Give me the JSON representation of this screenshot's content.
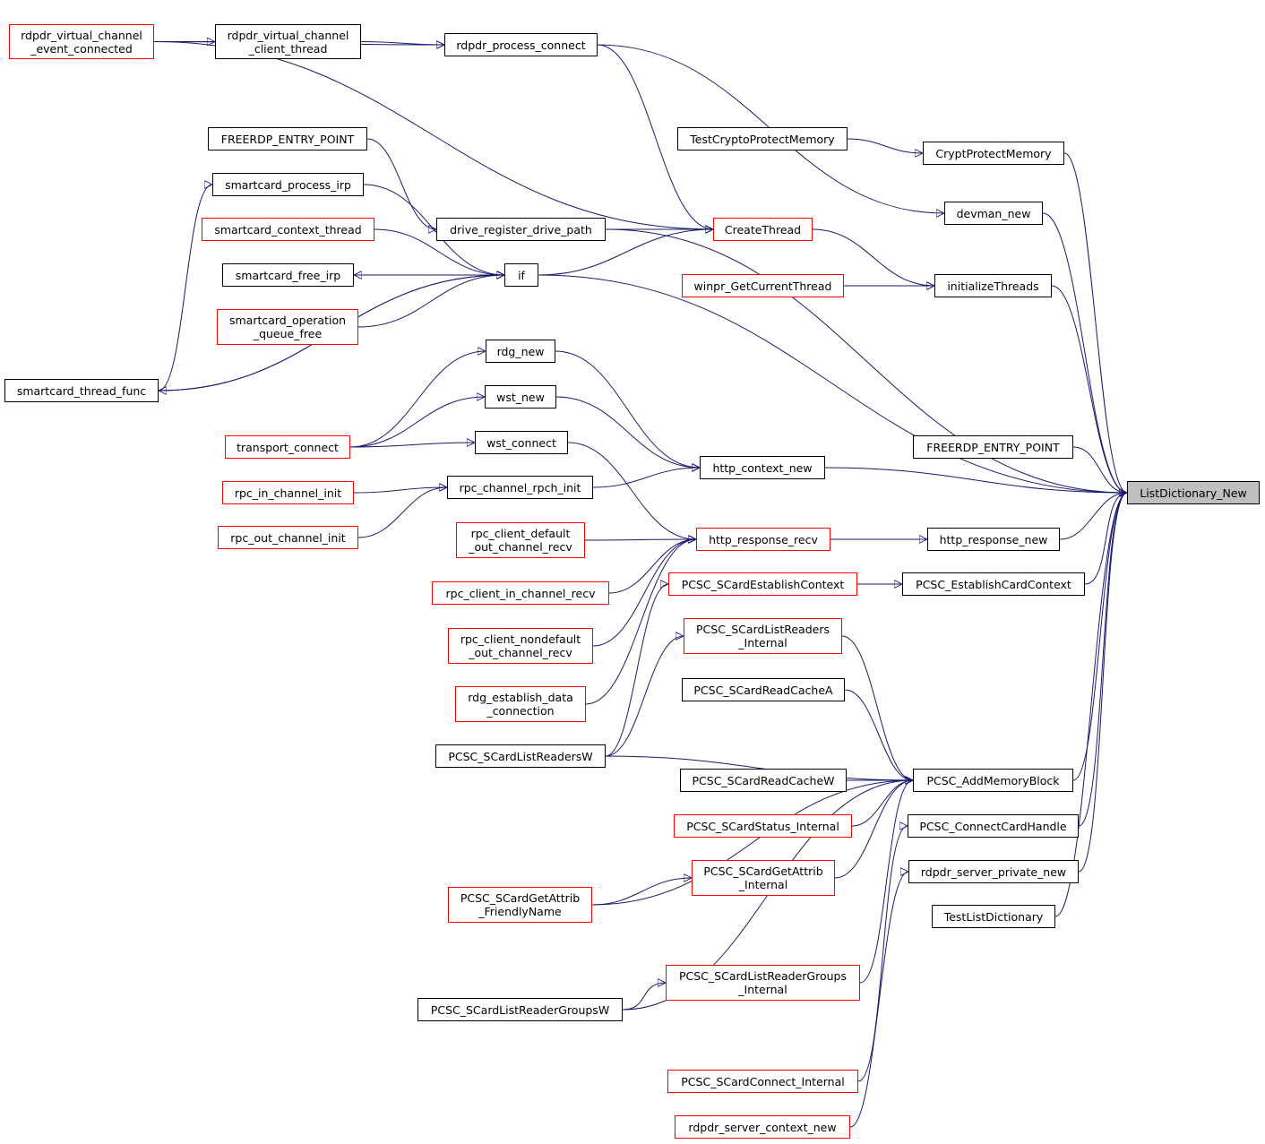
{
  "graph": {
    "title": "ListDictionary_New",
    "colors": {
      "edge": "#191970",
      "node_border": "#000000",
      "truncated_border": "#ff0000",
      "focus_fill": "#bfbfbf"
    },
    "nodes": {
      "n_rdpdr_vc_event_connected": {
        "label": "rdpdr_virtual_channel\n_event_connected",
        "truncated": true
      },
      "n_rdpdr_vc_client_thread": {
        "label": "rdpdr_virtual_channel\n_client_thread",
        "truncated": false
      },
      "n_rdpdr_process_connect": {
        "label": "rdpdr_process_connect",
        "truncated": false
      },
      "n_test_crypto_protect_memory": {
        "label": "TestCryptoProtectMemory",
        "truncated": false
      },
      "n_crypt_protect_memory": {
        "label": "CryptProtectMemory",
        "truncated": false
      },
      "n_freerdp_entry_point_1": {
        "label": "FREERDP_ENTRY_POINT",
        "truncated": false
      },
      "n_smartcard_process_irp": {
        "label": "smartcard_process_irp",
        "truncated": false
      },
      "n_devman_new": {
        "label": "devman_new",
        "truncated": false
      },
      "n_drive_register_drive_path": {
        "label": "drive_register_drive_path",
        "truncated": false
      },
      "n_create_thread": {
        "label": "CreateThread",
        "truncated": true
      },
      "n_smartcard_context_thread": {
        "label": "smartcard_context_thread",
        "truncated": true
      },
      "n_smartcard_free_irp": {
        "label": "smartcard_free_irp",
        "truncated": false
      },
      "n_if": {
        "label": "if",
        "truncated": false
      },
      "n_winpr_get_current_thread": {
        "label": "winpr_GetCurrentThread",
        "truncated": true
      },
      "n_initialize_threads": {
        "label": "initializeThreads",
        "truncated": false
      },
      "n_smartcard_operation_queue_free": {
        "label": "smartcard_operation\n_queue_free",
        "truncated": true
      },
      "n_rdg_new": {
        "label": "rdg_new",
        "truncated": false
      },
      "n_smartcard_thread_func": {
        "label": "smartcard_thread_func",
        "truncated": false
      },
      "n_wst_new": {
        "label": "wst_new",
        "truncated": false
      },
      "n_transport_connect": {
        "label": "transport_connect",
        "truncated": true
      },
      "n_wst_connect": {
        "label": "wst_connect",
        "truncated": false
      },
      "n_freerdp_entry_point_2": {
        "label": "FREERDP_ENTRY_POINT",
        "truncated": false
      },
      "n_http_context_new": {
        "label": "http_context_new",
        "truncated": false
      },
      "n_rpc_in_channel_init": {
        "label": "rpc_in_channel_init",
        "truncated": true
      },
      "n_rpc_channel_rpch_init": {
        "label": "rpc_channel_rpch_init",
        "truncated": false
      },
      "n_list_dictionary_new": {
        "label": "ListDictionary_New",
        "truncated": false,
        "focus": true
      },
      "n_rpc_out_channel_init": {
        "label": "rpc_out_channel_init",
        "truncated": true
      },
      "n_rpc_client_default_out_channel_recv": {
        "label": "rpc_client_default\n_out_channel_recv",
        "truncated": true
      },
      "n_http_response_recv": {
        "label": "http_response_recv",
        "truncated": true
      },
      "n_http_response_new": {
        "label": "http_response_new",
        "truncated": false
      },
      "n_pcsc_scard_establish_context": {
        "label": "PCSC_SCardEstablishContext",
        "truncated": true
      },
      "n_pcsc_establish_card_context": {
        "label": "PCSC_EstablishCardContext",
        "truncated": false
      },
      "n_rpc_client_in_channel_recv": {
        "label": "rpc_client_in_channel_recv",
        "truncated": true
      },
      "n_pcsc_scard_list_readers_internal": {
        "label": "PCSC_SCardListReaders\n_Internal",
        "truncated": true
      },
      "n_rpc_client_nondefault_out_channel_recv": {
        "label": "rpc_client_nondefault\n_out_channel_recv",
        "truncated": true
      },
      "n_pcsc_scard_read_cache_a": {
        "label": "PCSC_SCardReadCacheA",
        "truncated": false
      },
      "n_rdg_establish_data_connection": {
        "label": "rdg_establish_data\n_connection",
        "truncated": true
      },
      "n_pcsc_scard_list_readers_w": {
        "label": "PCSC_SCardListReadersW",
        "truncated": false
      },
      "n_pcsc_scard_read_cache_w": {
        "label": "PCSC_SCardReadCacheW",
        "truncated": false
      },
      "n_pcsc_add_memory_block": {
        "label": "PCSC_AddMemoryBlock",
        "truncated": false
      },
      "n_pcsc_scard_status_internal": {
        "label": "PCSC_SCardStatus_Internal",
        "truncated": true
      },
      "n_pcsc_connect_card_handle": {
        "label": "PCSC_ConnectCardHandle",
        "truncated": false
      },
      "n_pcsc_scard_get_attrib_internal": {
        "label": "PCSC_SCardGetAttrib\n_Internal",
        "truncated": true
      },
      "n_rdpdr_server_private_new": {
        "label": "rdpdr_server_private_new",
        "truncated": false
      },
      "n_pcsc_scard_get_attrib_friendly_name": {
        "label": "PCSC_SCardGetAttrib\n_FriendlyName",
        "truncated": true
      },
      "n_test_list_dictionary": {
        "label": "TestListDictionary",
        "truncated": false
      },
      "n_pcsc_scard_list_reader_groups_internal": {
        "label": "PCSC_SCardListReaderGroups\n_Internal",
        "truncated": true
      },
      "n_pcsc_scard_list_reader_groups_w": {
        "label": "PCSC_SCardListReaderGroupsW",
        "truncated": false
      },
      "n_pcsc_scard_connect_internal": {
        "label": "PCSC_SCardConnect_Internal",
        "truncated": true
      },
      "n_rdpdr_server_context_new": {
        "label": "rdpdr_server_context_new",
        "truncated": true
      }
    },
    "edges": [
      [
        "n_rdpdr_vc_event_connected",
        "n_rdpdr_vc_client_thread"
      ],
      [
        "n_rdpdr_vc_event_connected",
        "n_rdpdr_process_connect"
      ],
      [
        "n_rdpdr_vc_client_thread",
        "n_rdpdr_process_connect"
      ],
      [
        "n_rdpdr_vc_event_connected",
        "n_create_thread"
      ],
      [
        "n_rdpdr_process_connect",
        "n_create_thread"
      ],
      [
        "n_rdpdr_process_connect",
        "n_devman_new"
      ],
      [
        "n_test_crypto_protect_memory",
        "n_crypt_protect_memory"
      ],
      [
        "n_freerdp_entry_point_1",
        "n_drive_register_drive_path"
      ],
      [
        "n_drive_register_drive_path",
        "n_create_thread"
      ],
      [
        "n_drive_register_drive_path",
        "n_list_dictionary_new"
      ],
      [
        "n_if",
        "n_create_thread"
      ],
      [
        "n_create_thread",
        "n_initialize_threads"
      ],
      [
        "n_winpr_get_current_thread",
        "n_initialize_threads"
      ],
      [
        "n_smartcard_process_irp",
        "n_if"
      ],
      [
        "n_smartcard_context_thread",
        "n_if"
      ],
      [
        "n_smartcard_free_irp",
        "n_if"
      ],
      [
        "n_if",
        "n_smartcard_free_irp"
      ],
      [
        "n_smartcard_operation_queue_free",
        "n_if"
      ],
      [
        "n_smartcard_thread_func",
        "n_if"
      ],
      [
        "n_if",
        "n_smartcard_thread_func"
      ],
      [
        "n_smartcard_thread_func",
        "n_smartcard_process_irp"
      ],
      [
        "n_if",
        "n_list_dictionary_new"
      ],
      [
        "n_transport_connect",
        "n_rdg_new"
      ],
      [
        "n_transport_connect",
        "n_wst_new"
      ],
      [
        "n_transport_connect",
        "n_wst_connect"
      ],
      [
        "n_rdg_new",
        "n_http_context_new"
      ],
      [
        "n_wst_new",
        "n_http_context_new"
      ],
      [
        "n_wst_connect",
        "n_http_response_recv"
      ],
      [
        "n_rpc_in_channel_init",
        "n_rpc_channel_rpch_init"
      ],
      [
        "n_rpc_out_channel_init",
        "n_rpc_channel_rpch_init"
      ],
      [
        "n_rpc_channel_rpch_init",
        "n_http_context_new"
      ],
      [
        "n_http_context_new",
        "n_list_dictionary_new"
      ],
      [
        "n_rpc_client_default_out_channel_recv",
        "n_http_response_recv"
      ],
      [
        "n_rpc_client_in_channel_recv",
        "n_http_response_recv"
      ],
      [
        "n_rpc_client_nondefault_out_channel_recv",
        "n_http_response_recv"
      ],
      [
        "n_rdg_establish_data_connection",
        "n_http_response_recv"
      ],
      [
        "n_http_response_recv",
        "n_http_response_new"
      ],
      [
        "n_http_response_new",
        "n_list_dictionary_new"
      ],
      [
        "n_pcsc_scard_establish_context",
        "n_pcsc_establish_card_context"
      ],
      [
        "n_pcsc_scard_list_readers_w",
        "n_pcsc_scard_establish_context"
      ],
      [
        "n_pcsc_scard_list_readers_w",
        "n_pcsc_scard_list_readers_internal"
      ],
      [
        "n_pcsc_establish_card_context",
        "n_list_dictionary_new"
      ],
      [
        "n_pcsc_scard_list_readers_internal",
        "n_pcsc_add_memory_block"
      ],
      [
        "n_pcsc_scard_read_cache_a",
        "n_pcsc_add_memory_block"
      ],
      [
        "n_pcsc_scard_list_readers_w",
        "n_pcsc_add_memory_block"
      ],
      [
        "n_pcsc_scard_read_cache_w",
        "n_pcsc_add_memory_block"
      ],
      [
        "n_pcsc_scard_status_internal",
        "n_pcsc_add_memory_block"
      ],
      [
        "n_pcsc_scard_get_attrib_internal",
        "n_pcsc_add_memory_block"
      ],
      [
        "n_pcsc_scard_get_attrib_friendly_name",
        "n_pcsc_scard_get_attrib_internal"
      ],
      [
        "n_pcsc_scard_get_attrib_friendly_name",
        "n_pcsc_add_memory_block"
      ],
      [
        "n_pcsc_scard_list_reader_groups_internal",
        "n_pcsc_add_memory_block"
      ],
      [
        "n_pcsc_scard_list_reader_groups_w",
        "n_pcsc_scard_list_reader_groups_internal"
      ],
      [
        "n_pcsc_scard_list_reader_groups_w",
        "n_pcsc_add_memory_block"
      ],
      [
        "n_pcsc_add_memory_block",
        "n_list_dictionary_new"
      ],
      [
        "n_pcsc_scard_connect_internal",
        "n_pcsc_connect_card_handle"
      ],
      [
        "n_pcsc_connect_card_handle",
        "n_list_dictionary_new"
      ],
      [
        "n_rdpdr_server_context_new",
        "n_rdpdr_server_private_new"
      ],
      [
        "n_rdpdr_server_private_new",
        "n_list_dictionary_new"
      ],
      [
        "n_crypt_protect_memory",
        "n_list_dictionary_new"
      ],
      [
        "n_devman_new",
        "n_list_dictionary_new"
      ],
      [
        "n_initialize_threads",
        "n_list_dictionary_new"
      ],
      [
        "n_freerdp_entry_point_2",
        "n_list_dictionary_new"
      ],
      [
        "n_test_list_dictionary",
        "n_list_dictionary_new"
      ]
    ]
  }
}
